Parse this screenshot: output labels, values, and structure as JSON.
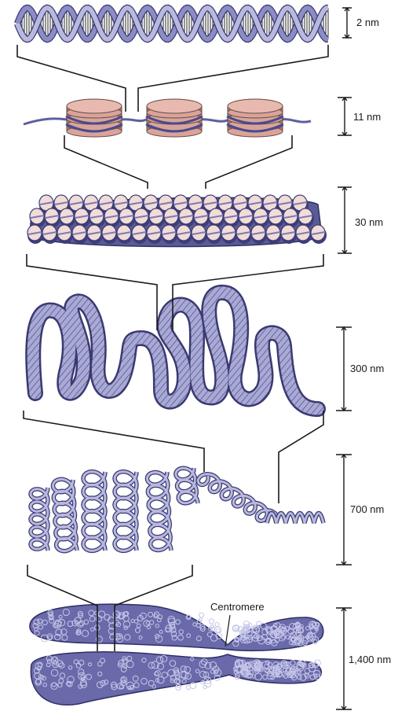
{
  "levels": [
    {
      "id": "dna",
      "scale_label": "2 nm"
    },
    {
      "id": "nucleosome",
      "scale_label": "11 nm"
    },
    {
      "id": "solenoid",
      "scale_label": "30 nm"
    },
    {
      "id": "looped",
      "scale_label": "300 nm"
    },
    {
      "id": "coiled",
      "scale_label": "700 nm"
    },
    {
      "id": "chromosome",
      "scale_label": "1,400 nm"
    }
  ],
  "annotations": {
    "centromere": "Centromere"
  },
  "colors": {
    "strand": "#8c8cc6",
    "strand_dark": "#4f4f92",
    "outline": "#3a3a70",
    "histone": "#d8a49a",
    "histone_dark": "#b07a70",
    "disc_light": "#f1dcd6",
    "chromatin": "#6a6aaa"
  }
}
